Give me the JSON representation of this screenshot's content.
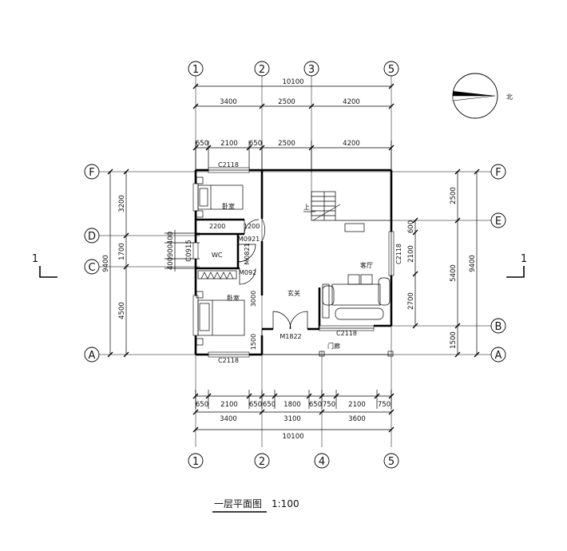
{
  "axes_top": [
    "1",
    "2",
    "3",
    "5"
  ],
  "axes_bottom": [
    "1",
    "2",
    "4",
    "5"
  ],
  "axes_left": [
    "F",
    "D",
    "C",
    "A"
  ],
  "axes_right": [
    "F",
    "E",
    "B",
    "A"
  ],
  "dims_top": {
    "total": "10100",
    "row2": [
      "3400",
      "2500",
      "4200"
    ],
    "row3": [
      "650",
      "2100",
      "650",
      "2500",
      "4200"
    ]
  },
  "dims_bottom": {
    "row1": [
      "650",
      "2100",
      "650",
      "650",
      "1800",
      "650",
      "750",
      "2100",
      "750"
    ],
    "row2": [
      "3400",
      "3100",
      "3600"
    ],
    "total": "10100"
  },
  "dims_left": {
    "total": "9400",
    "outer": [
      "3200",
      "1700",
      "4500"
    ],
    "inner": [
      "400",
      "900",
      "400"
    ],
    "win": "C0915"
  },
  "dims_right": {
    "total": "9400",
    "outer": [
      "2500",
      "5400",
      "1500"
    ],
    "inner": [
      "600",
      "2100",
      "2700"
    ]
  },
  "rooms": {
    "bedroom_top": "卧室",
    "bedroom_bottom": "卧室",
    "wc": "WC",
    "entry": "玄关",
    "living": "客厅",
    "porch": "门廊",
    "stair_up": "上"
  },
  "openings": {
    "c2118_top": "C2118",
    "c2118_bottom": "C2118",
    "c2118_right": "C2118",
    "c2118_living": "C2118",
    "m0921_a": "M0921",
    "m0921_b": "M092",
    "m0821": "M0821",
    "m1822": "M1822",
    "dim_2200": "2200",
    "dim_1200": "1200",
    "dim_3000": "3000",
    "dim_1500": "1500"
  },
  "section_marks": [
    "1",
    "1"
  ],
  "north_label": "北",
  "caption": {
    "title": "一层平面图",
    "scale": "1:100"
  }
}
